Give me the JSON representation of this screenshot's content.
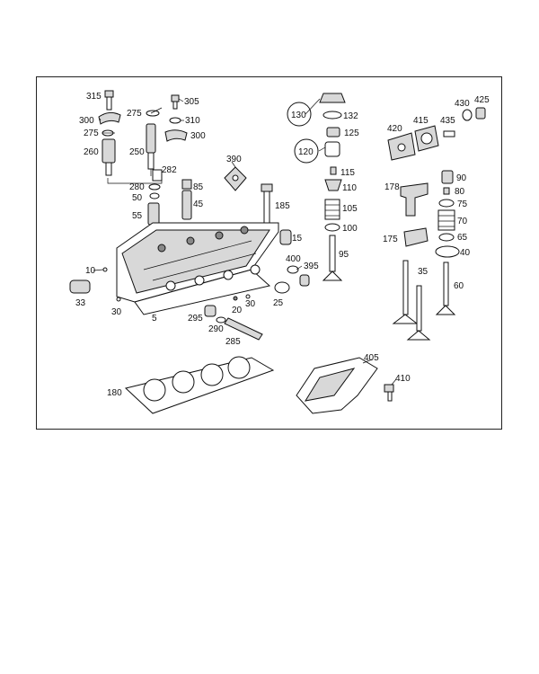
{
  "labels": {
    "p315": "315",
    "p305": "305",
    "p275a": "275",
    "p310": "310",
    "p300a": "300",
    "p275b": "275",
    "p300b": "300",
    "p260": "260",
    "p250": "250",
    "p282": "282",
    "p280": "280",
    "p85": "85",
    "p50": "50",
    "p45": "45",
    "p55": "55",
    "p390": "390",
    "p185": "185",
    "p10": "10",
    "p33": "33",
    "p30a": "30",
    "p5": "5",
    "p295": "295",
    "p20": "20",
    "p30b": "30",
    "p25": "25",
    "p290": "290",
    "p285": "285",
    "p15": "15",
    "p400": "400",
    "p395": "395",
    "p130": "130",
    "p132": "132",
    "p125": "125",
    "p120": "120",
    "p115": "115",
    "p110": "110",
    "p105": "105",
    "p100": "100",
    "p95": "95",
    "p420": "420",
    "p415": "415",
    "p430": "430",
    "p425": "425",
    "p435": "435",
    "p178": "178",
    "p90": "90",
    "p80": "80",
    "p75": "75",
    "p70": "70",
    "p175": "175",
    "p65": "65",
    "p40": "40",
    "p35": "35",
    "p60": "60",
    "p180": "180",
    "p405": "405",
    "p410": "410"
  }
}
